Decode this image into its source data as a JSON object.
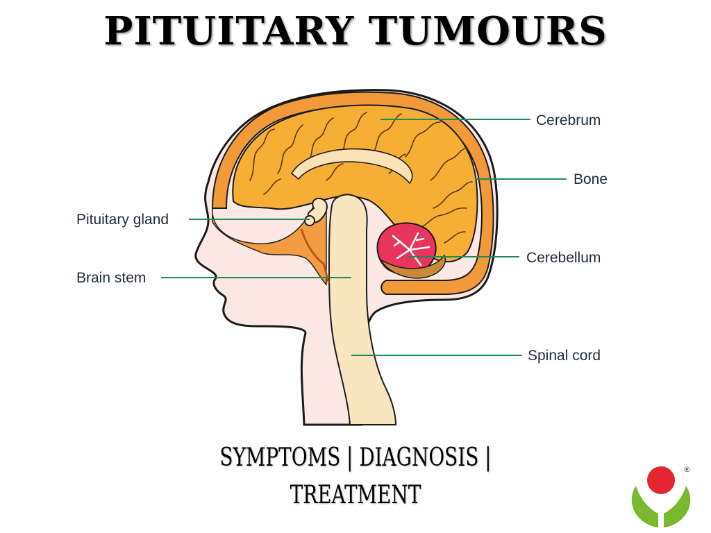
{
  "title": "PITUITARY TUMOURS",
  "labels": {
    "cerebrum": "Cerebrum",
    "bone": "Bone",
    "pituitary_gland": "Pituitary gland",
    "cerebellum": "Cerebellum",
    "brain_stem": "Brain stem",
    "spinal_cord": "Spinal cord"
  },
  "subtitle": {
    "line1": "SYMPTOMS | DIAGNOSIS |",
    "line2": "TREATMENT"
  },
  "logo": {
    "registered_mark": "®",
    "icon": "sprout-with-red-dot-icon"
  },
  "colors": {
    "head_skin": "#fce8e3",
    "skull_bone": "#f2993a",
    "brain": "#f7ae35",
    "brain_stem": "#f9e6c0",
    "cerebellum": "#e8355c",
    "leader_line": "#1e8a5a",
    "outline": "#1a1a1a",
    "logo_red": "#e3262f",
    "logo_green": "#7ab82f"
  }
}
